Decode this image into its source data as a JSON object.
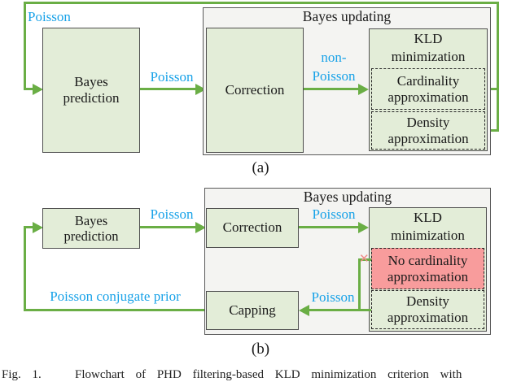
{
  "icons": {
    "cross_out": "✕"
  },
  "colors": {
    "box_fill_green": "#e3edd8",
    "container_fill": "#f4f4f2",
    "highlight_fill_red": "#f89c9c",
    "arrow_green": "#6aae45",
    "label_cyan": "#18a2e8"
  },
  "diagram_a": {
    "tag": "(a)",
    "container_title": "Bayes updating",
    "boxes": {
      "bayes_prediction": "Bayes prediction",
      "correction": "Correction",
      "kld_minimization": "KLD minimization",
      "cardinality_approximation": "Cardinality approximation",
      "density_approximation": "Density approximation"
    },
    "labels": {
      "feedback": "Poisson",
      "prediction_out": "Poisson",
      "correction_out": "non-\nPoisson"
    }
  },
  "diagram_b": {
    "tag": "(b)",
    "container_title": "Bayes updating",
    "boxes": {
      "bayes_prediction": "Bayes prediction",
      "correction": "Correction",
      "capping": "Capping",
      "kld_minimization": "KLD minimization",
      "no_cardinality_approximation": "No cardinality approximation",
      "density_approximation": "Density approximation"
    },
    "labels": {
      "prediction_out": "Poisson",
      "correction_out": "Poisson",
      "density_out": "Poisson",
      "capping_out": "Poisson conjugate prior"
    }
  },
  "figure": {
    "caption": "Fig. 1.   Flowchart of PHD filtering-based KLD minimization criterion with"
  }
}
